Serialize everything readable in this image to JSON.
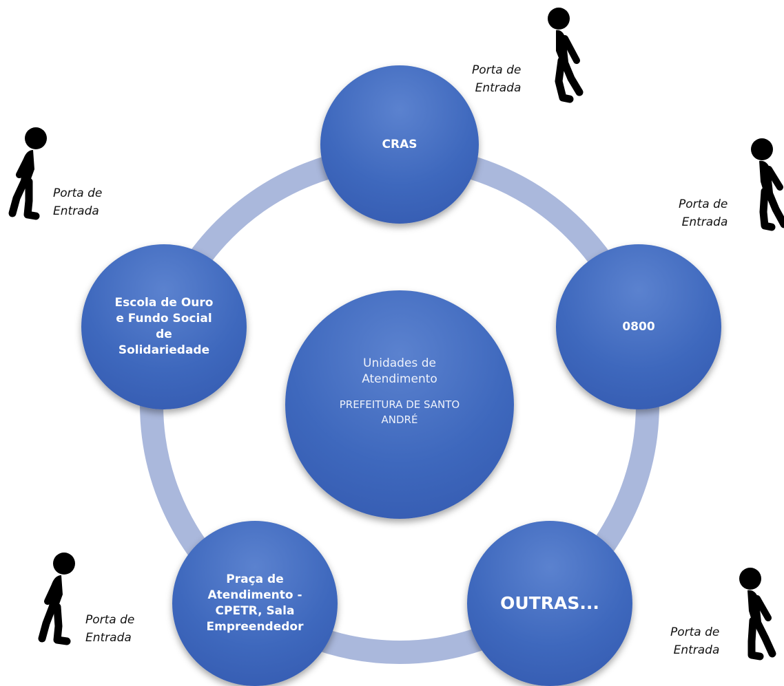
{
  "nodes": {
    "cras": "CRAS",
    "n0800": "0800",
    "escola": "Escola de Ouro\ne Fundo Social\nde\nSolidariedade",
    "praca": "Praça de\nAtendimento -\nCPETR, Sala\nEmpreendedor",
    "outras": "OUTRAS..."
  },
  "center": {
    "title": "Unidades de\nAtendimento",
    "subtitle": "PREFEITURA DE SANTO\nANDRÉ"
  },
  "captions": {
    "top": "Porta de\nEntrada",
    "left": "Porta de\nEntrada",
    "right": "Porta de\nEntrada",
    "bottom_left": "Porta de\nEntrada",
    "bottom_right": "Porta de\nEntrada"
  },
  "colors": {
    "node_fill": "#3e68bd",
    "ring": "#aab8dc",
    "figure": "#000000",
    "caption_text": "#111111"
  },
  "icons": {
    "entrance_figure": "walking-person-icon"
  }
}
